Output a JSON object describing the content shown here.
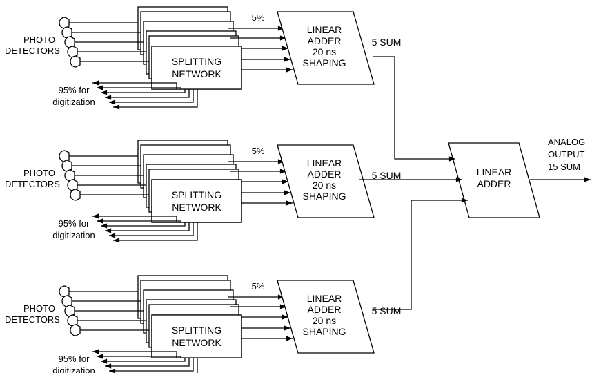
{
  "stages": [
    {
      "detector_label": [
        "PHOTO",
        "DETECTORS"
      ],
      "splitter_label": [
        "SPLITTING",
        "NETWORK"
      ],
      "tap_label": "5%",
      "adder_label": [
        "LINEAR",
        "ADDER",
        "20 ns",
        "SHAPING"
      ],
      "sum_label": "5 SUM",
      "digitization_label": [
        "95% for",
        "digitization"
      ]
    },
    {
      "detector_label": [
        "PHOTO",
        "DETECTORS"
      ],
      "splitter_label": [
        "SPLITTING",
        "NETWORK"
      ],
      "tap_label": "5%",
      "adder_label": [
        "LINEAR",
        "ADDER",
        "20 ns",
        "SHAPING"
      ],
      "sum_label": "5 SUM",
      "digitization_label": [
        "95% for",
        "digitization"
      ]
    },
    {
      "detector_label": [
        "PHOTO",
        "DETECTORS"
      ],
      "splitter_label": [
        "SPLITTING",
        "NETWORK"
      ],
      "tap_label": "5%",
      "adder_label": [
        "LINEAR",
        "ADDER",
        "20 ns",
        "SHAPING"
      ],
      "sum_label": "5 SUM",
      "digitization_label": [
        "95% for",
        "digitization"
      ]
    }
  ],
  "final_adder": {
    "label": [
      "LINEAR",
      "ADDER"
    ],
    "output_label": [
      "ANALOG",
      "OUTPUT",
      "15 SUM"
    ]
  }
}
